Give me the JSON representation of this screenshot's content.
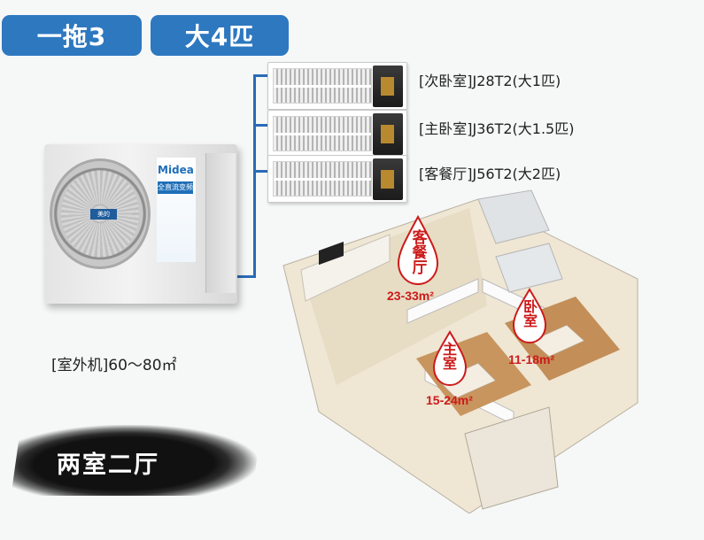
{
  "badges": {
    "config": "一拖3",
    "capacity": "大4匹"
  },
  "indoor_units": [
    {
      "label": "[次卧室]J28T2(大1匹)"
    },
    {
      "label": "[主卧室]J36T2(大1.5匹)"
    },
    {
      "label": "[客餐厅]J56T2(大2匹)"
    }
  ],
  "outdoor_unit": {
    "brand": "Midea",
    "sub_badge": "全直流变频",
    "nameplate": "美的",
    "caption": "[室外机]60～80㎡"
  },
  "layout_caption": "两室二厅",
  "rooms": [
    {
      "name": "客餐厅",
      "area": "23-33m²"
    },
    {
      "name": "主室",
      "area": "15-24m²"
    },
    {
      "name": "卧室",
      "area": "11-18m²"
    }
  ],
  "colors": {
    "badge": "#2e78c0",
    "pipe": "#2a6bb6",
    "drop": "#cc1a1a"
  }
}
